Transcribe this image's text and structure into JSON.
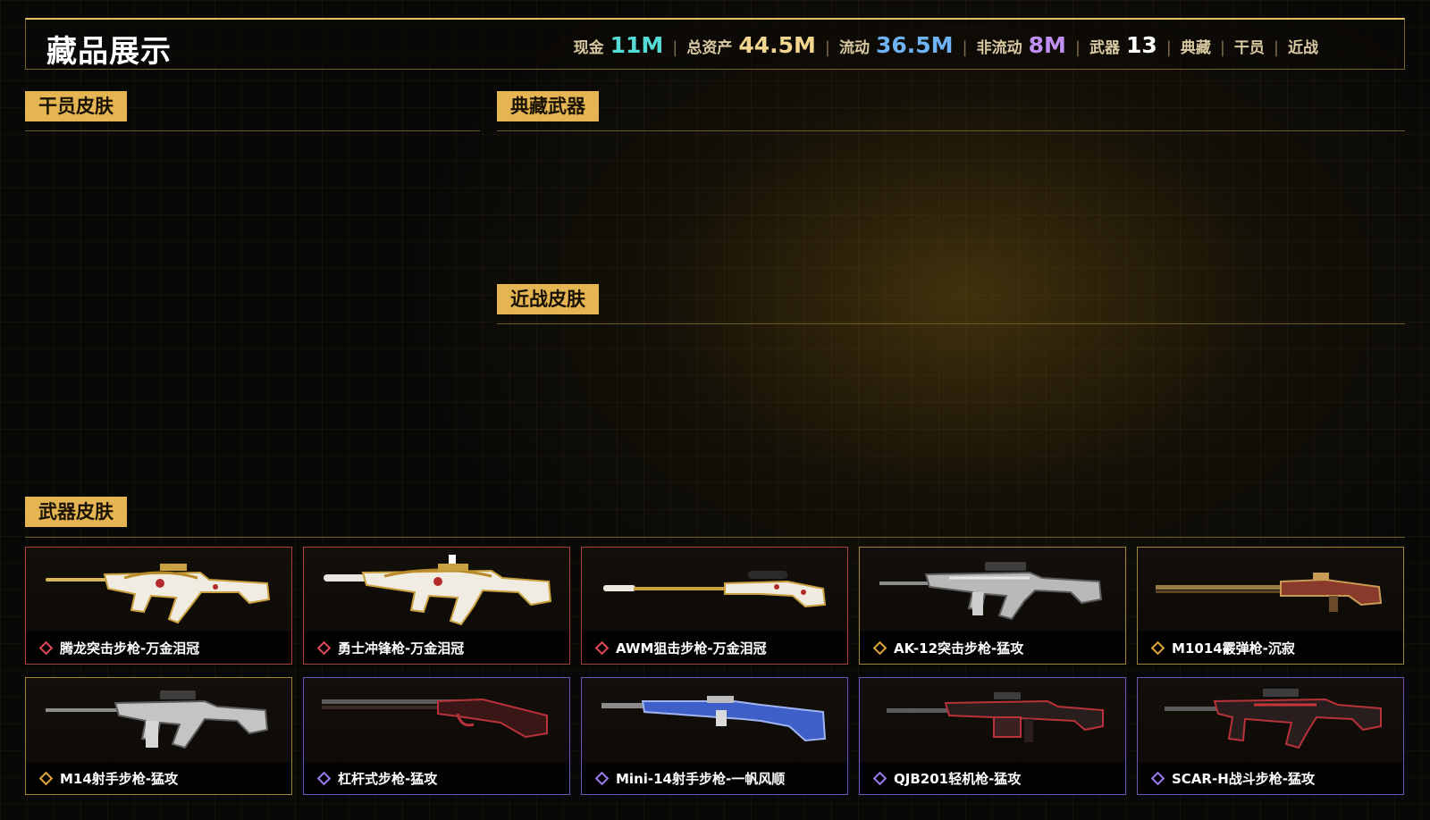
{
  "header": {
    "title": "藏品展示",
    "stats": [
      {
        "label": "现金",
        "value": "11M"
      },
      {
        "label": "总资产",
        "value": "44.5M"
      },
      {
        "label": "流动",
        "value": "36.5M"
      },
      {
        "label": "非流动",
        "value": "8M"
      },
      {
        "label": "武器",
        "value": "13"
      }
    ],
    "links": [
      "典藏",
      "干员",
      "近战"
    ],
    "colors": {
      "cash": "#56dcd7",
      "total": "#f2d690",
      "liquid": "#6fb2f3",
      "illiquid": "#c08ff2"
    }
  },
  "sections": {
    "operator_skins": "干员皮肤",
    "collection_weapons": "典藏武器",
    "melee_skins": "近战皮肤",
    "weapon_skins": "武器皮肤"
  },
  "rarity_colors": {
    "gold": "#e2a63c",
    "red": "#e04a5a",
    "purple": "#9b7ef0"
  },
  "weapon_skins": [
    {
      "name": "腾龙突击步枪-万金泪冠",
      "rarity": "red",
      "icon": "rifle-gold-white-icon"
    },
    {
      "name": "勇士冲锋枪-万金泪冠",
      "rarity": "red",
      "icon": "smg-gold-white-icon"
    },
    {
      "name": "AWM狙击步枪-万金泪冠",
      "rarity": "red",
      "icon": "sniper-gold-white-icon"
    },
    {
      "name": "AK-12突击步枪-猛攻",
      "rarity": "gold",
      "icon": "rifle-silver-icon"
    },
    {
      "name": "M1014霰弹枪-沉寂",
      "rarity": "gold",
      "icon": "shotgun-wood-icon"
    },
    {
      "name": "M14射手步枪-猛攻",
      "rarity": "gold",
      "icon": "rifle-silver-icon"
    },
    {
      "name": "杠杆式步枪-猛攻",
      "rarity": "purple",
      "icon": "lever-rifle-red-icon"
    },
    {
      "name": "Mini-14射手步枪-一帆风顺",
      "rarity": "purple",
      "icon": "rifle-blue-icon"
    },
    {
      "name": "QJB201轻机枪-猛攻",
      "rarity": "purple",
      "icon": "lmg-red-icon"
    },
    {
      "name": "SCAR-H战斗步枪-猛攻",
      "rarity": "purple",
      "icon": "rifle-red-icon"
    }
  ]
}
